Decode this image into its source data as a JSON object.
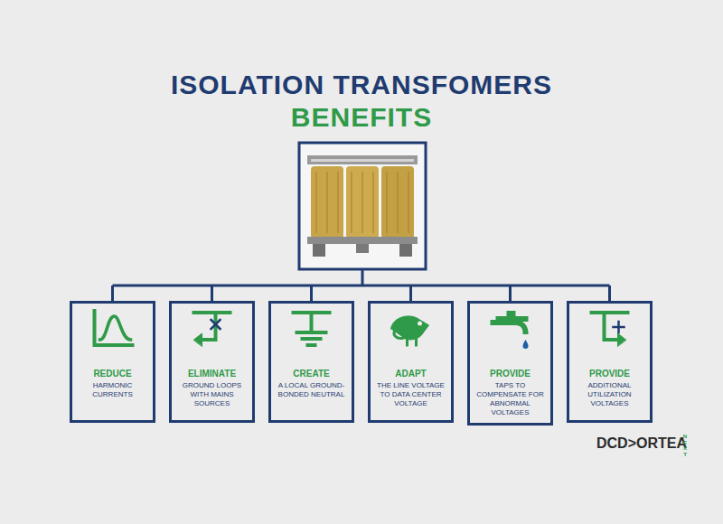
{
  "diagram": {
    "title": "ISOLATION TRANSFOMERS",
    "nodes": [
      {
        "text": [
          "REDUCE",
          "HARMONIC CURRENTS"
        ]
      },
      {
        "text": [
          "ELIMINATE",
          "GROUND LOOPS WITH MAINS SOURCES"
        ]
      },
      {
        "text": [
          "CREATE",
          "A LOCAL GROUND-BONDED NEUTRAL"
        ]
      },
      {
        "text": [
          "ADAPT",
          "THE LINE VOLTAGE TO DATA CENTER VOLTAGE"
        ]
      },
      {
        "text": [
          "PROVIDE",
          "TAPS TO COMPENSATE FOR ABNORMAL VOLTAGES"
        ]
      },
      {
        "text": [
          "PROVIDE",
          "ADDITIONAL UTILIZATION VOLTAGES"
        ]
      }
    ],
    "labels": [
      "BENEFITS",
      "DCD>ORTEA",
      "NEXT"
    ]
  }
}
